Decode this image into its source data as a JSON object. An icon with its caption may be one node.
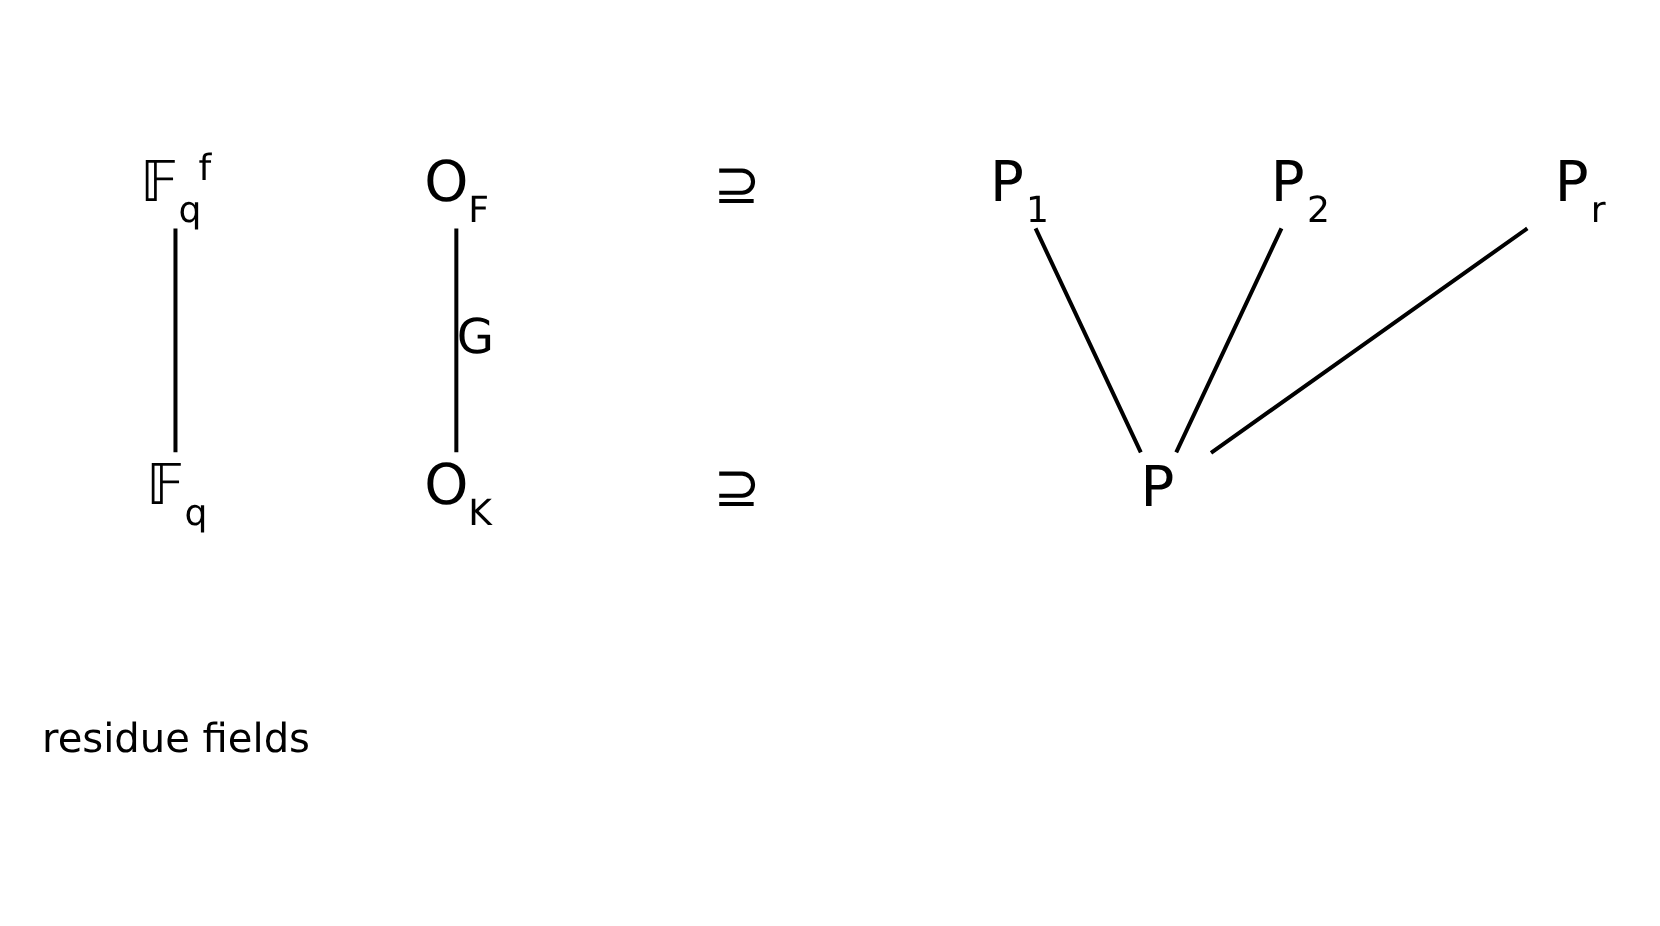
{
  "diagram": {
    "nodes": [
      {
        "text": [
          "𝔽$_{q}$$^{f}$"
        ]
      },
      {
        "text": [
          "O$_{F}$"
        ]
      },
      {
        "text": [
          "P$_{1}$"
        ]
      },
      {
        "text": [
          "P$_{2}$"
        ]
      },
      {
        "text": [
          "P$_{r}$"
        ]
      },
      {
        "text": [
          "𝔽$_{q}$"
        ]
      },
      {
        "text": [
          "O$_{K}$"
        ]
      },
      {
        "text": [
          "P"
        ]
      }
    ],
    "edges": [
      {
        "from": 0,
        "to": 5,
        "arrow": "none"
      },
      {
        "from": 1,
        "to": 6,
        "arrow": "none",
        "label": "G"
      },
      {
        "from": 2,
        "to": 7,
        "arrow": "none"
      },
      {
        "from": 3,
        "to": 7,
        "arrow": "none"
      },
      {
        "from": 4,
        "to": 7,
        "arrow": "none"
      }
    ],
    "labels": [
      "⊇",
      "⊇",
      "residue fields"
    ]
  }
}
